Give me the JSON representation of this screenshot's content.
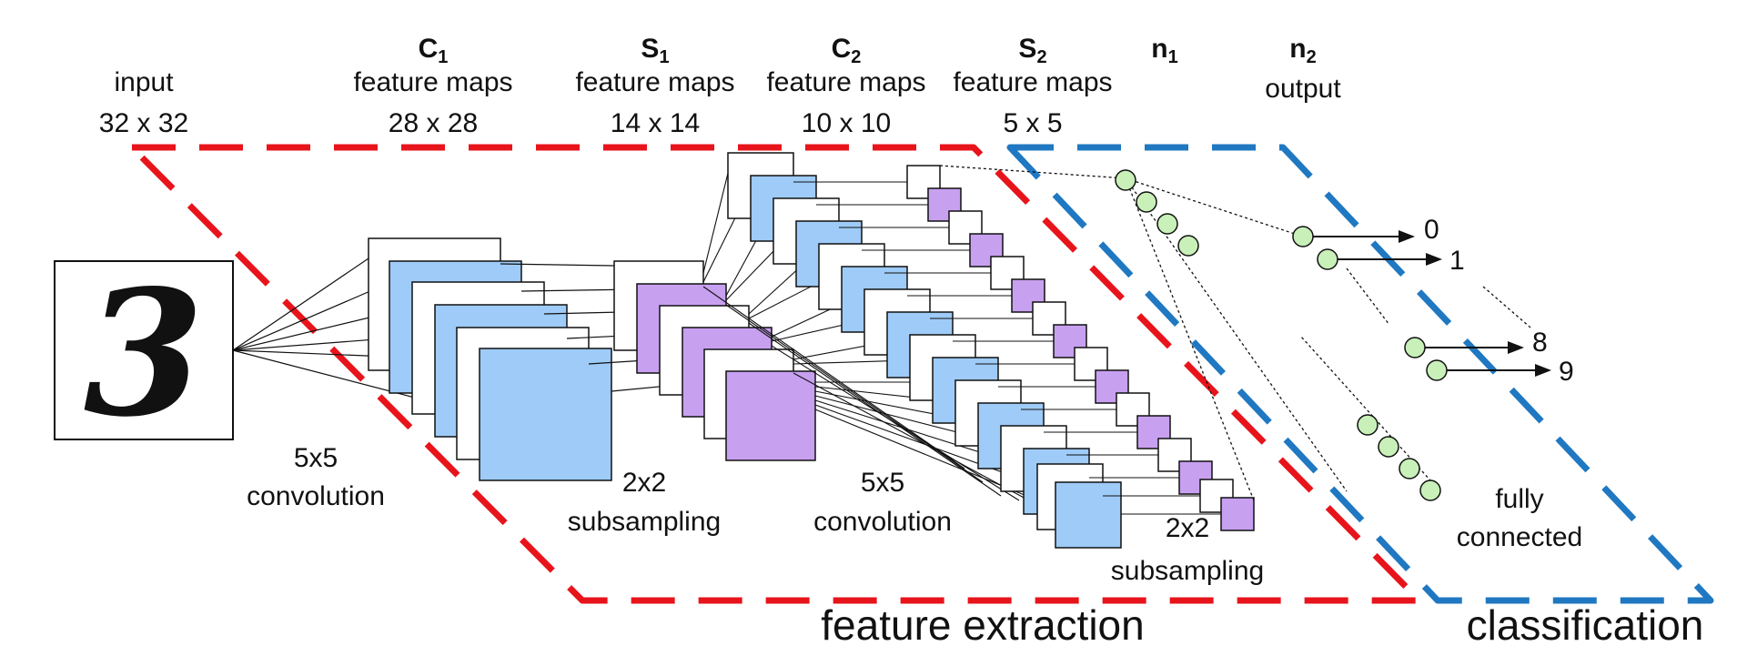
{
  "labels": {
    "input": "input",
    "input_size": "32 x 32",
    "c1_name": "C",
    "c1_sub": "1",
    "c1_desc": "feature maps",
    "c1_size": "28 x 28",
    "s1_name": "S",
    "s1_sub": "1",
    "s1_desc": "feature maps",
    "s1_size": "14 x 14",
    "c2_name": "C",
    "c2_sub": "2",
    "c2_desc": "feature maps",
    "c2_size": "10 x 10",
    "s2_name": "S",
    "s2_sub": "2",
    "s2_desc": "feature maps",
    "s2_size": "5 x 5",
    "n1_name": "n",
    "n1_sub": "1",
    "n2_name": "n",
    "n2_sub": "2",
    "n2_desc": "output",
    "conv1_a": "5x5",
    "conv1_b": "convolution",
    "sub1_a": "2x2",
    "sub1_b": "subsampling",
    "conv2_a": "5x5",
    "conv2_b": "convolution",
    "sub2_a": "2x2",
    "sub2_b": "subsampling",
    "fc_a": "fully",
    "fc_b": "connected",
    "feature_extraction": "feature extraction",
    "classification": "classification",
    "digit": "3",
    "out_0": "0",
    "out_1": "1",
    "out_8": "8",
    "out_9": "9"
  },
  "colors": {
    "feature_extraction_border": "#e8141b",
    "classification_border": "#1f78c1",
    "conv_map": "#9ecbf7",
    "pool_map": "#c8a0f0",
    "neuron": "#c8f0b8"
  }
}
